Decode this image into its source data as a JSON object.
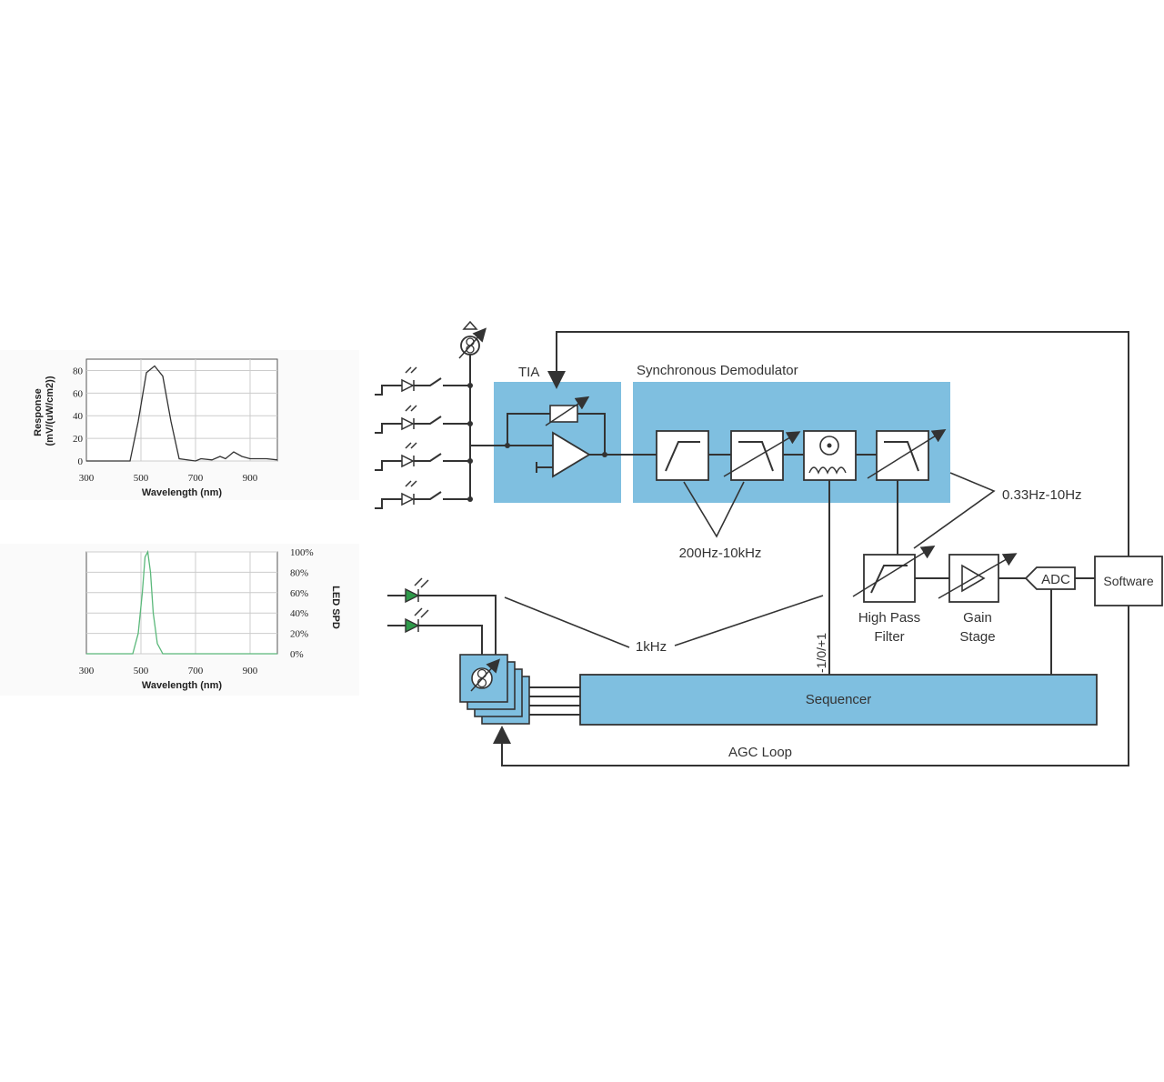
{
  "diagram": {
    "tia_label": "TIA",
    "sync_demod_label": "Synchronous Demodulator",
    "freq_200hz_10khz": "200Hz-10kHz",
    "freq_033hz_10hz": "0.33Hz-10Hz",
    "freq_1khz": "1kHz",
    "phase_label": "-1/0/+1",
    "hpf_label_1": "High Pass",
    "hpf_label_2": "Filter",
    "gain_label_1": "Gain",
    "gain_label_2": "Stage",
    "adc_label": "ADC",
    "software_label": "Software",
    "sequencer_label": "Sequencer",
    "agc_label": "AGC Loop",
    "colors": {
      "block_fill": "#7fbfe0",
      "led_green": "#2e9a4a"
    }
  },
  "chart_data": [
    {
      "type": "line",
      "ylabel": "Response\n(mV/(uW/cm2))",
      "xlabel": "Wavelength (nm)",
      "x_ticks": [
        "300",
        "500",
        "700",
        "900"
      ],
      "y_ticks": [
        "0",
        "20",
        "40",
        "60",
        "80"
      ],
      "xlim": [
        300,
        1000
      ],
      "ylim": [
        0,
        90
      ],
      "grid": true,
      "series": [
        {
          "color": "#333333",
          "x": [
            300,
            460,
            490,
            520,
            550,
            580,
            610,
            640,
            700,
            720,
            760,
            790,
            810,
            840,
            870,
            900,
            960,
            1000
          ],
          "y": [
            0,
            0,
            35,
            78,
            84,
            75,
            35,
            2,
            0,
            2,
            1,
            4,
            2,
            8,
            4,
            2,
            2,
            1
          ]
        }
      ]
    },
    {
      "type": "line",
      "ylabel": "LED SPD",
      "xlabel": "Wavelength (nm)",
      "x_ticks": [
        "300",
        "500",
        "700",
        "900"
      ],
      "y_ticks": [
        "0%",
        "20%",
        "40%",
        "60%",
        "80%",
        "100%"
      ],
      "xlim": [
        300,
        1000
      ],
      "ylim": [
        0,
        100
      ],
      "grid": true,
      "series": [
        {
          "color": "#5ab87a",
          "x": [
            300,
            470,
            490,
            505,
            515,
            525,
            535,
            545,
            560,
            580,
            1000
          ],
          "y": [
            0,
            0,
            20,
            60,
            95,
            100,
            80,
            40,
            10,
            0,
            0
          ]
        }
      ]
    }
  ]
}
